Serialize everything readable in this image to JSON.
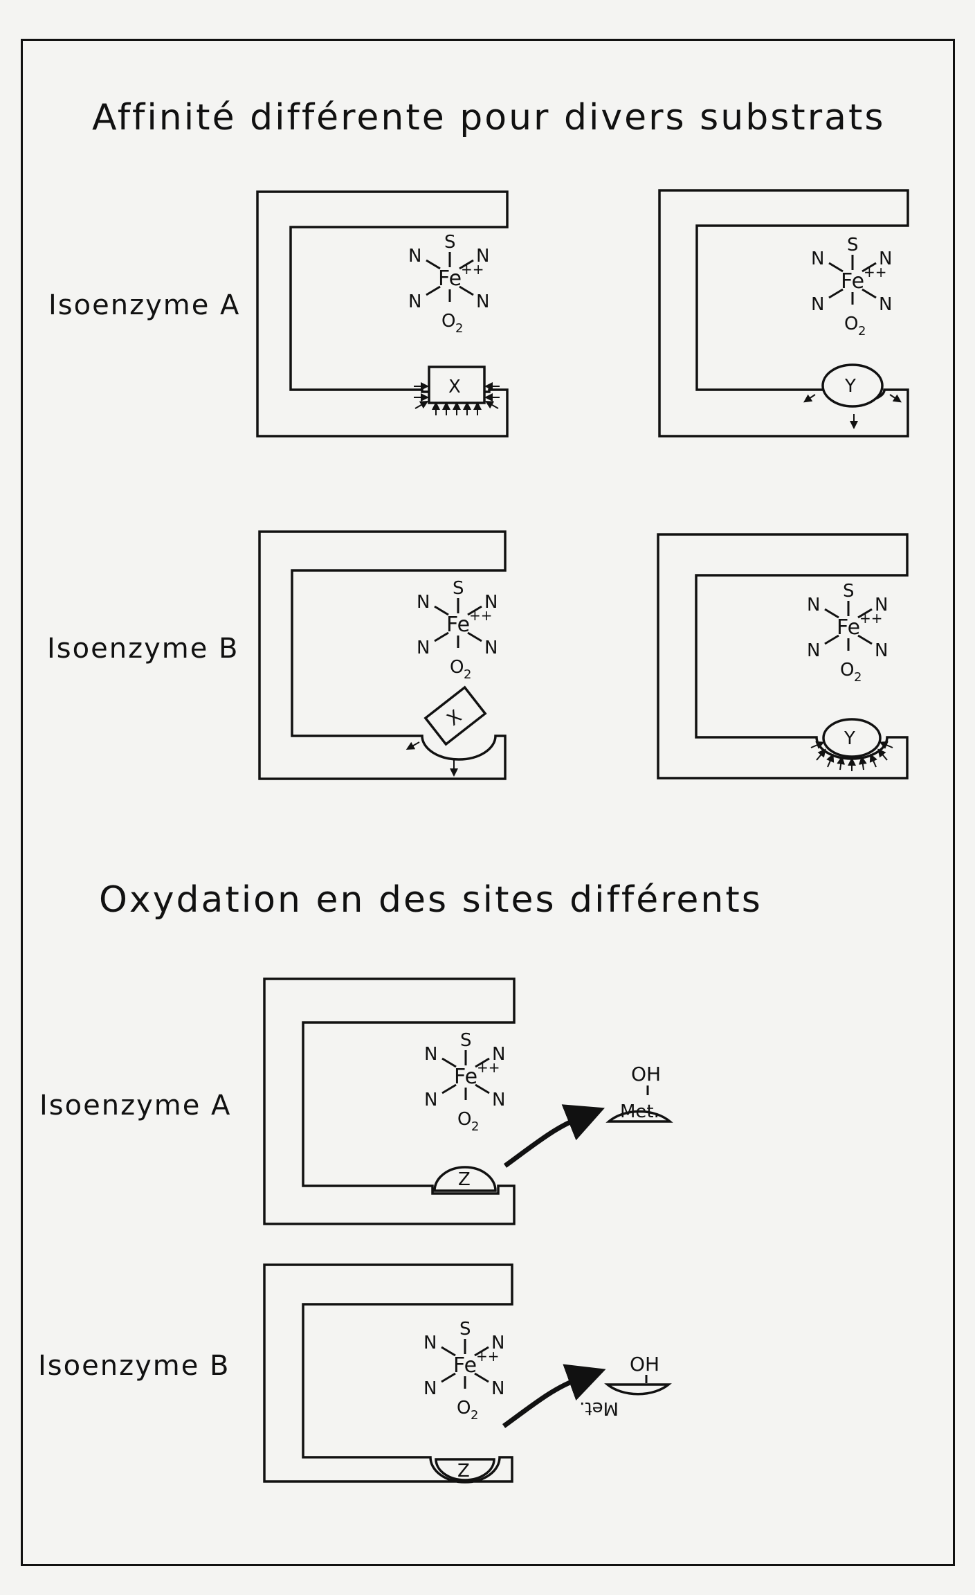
{
  "sections": {
    "affinity_title": "Affinité  différente pour divers substrats",
    "oxidation_title": "Oxydation en des sites différents"
  },
  "labels": {
    "isoenzyme_a_1": "Isoenzyme A",
    "isoenzyme_b_1": "Isoenzyme B",
    "isoenzyme_a_2": "Isoenzyme A",
    "isoenzyme_b_2": "Isoenzyme B"
  },
  "complex": {
    "sulfur": "S",
    "iron": "Fe",
    "charge": "++",
    "nitrogen": "N",
    "oxygen": "O",
    "oxygen_subscript": "2"
  },
  "substrates": {
    "x": "X",
    "y": "Y",
    "z": "Z"
  },
  "products": {
    "hydroxyl": "OH",
    "metabolite": "Met."
  }
}
